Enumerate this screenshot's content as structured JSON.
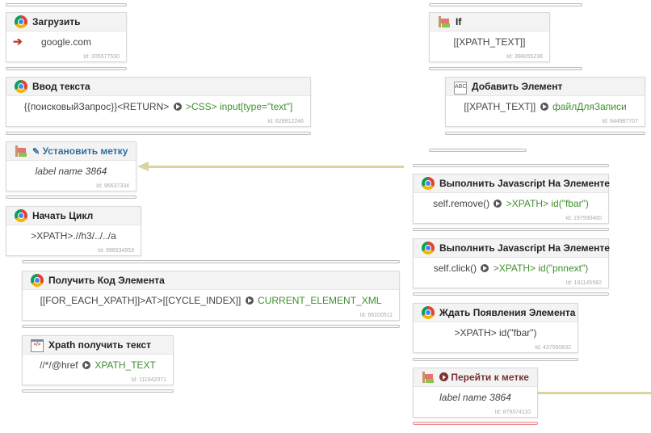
{
  "blocks": {
    "load": {
      "title": "Загрузить",
      "url": "google.com",
      "id": "Id: 205577530"
    },
    "typing": {
      "title": "Ввод текста",
      "value": "{{поисковыйЗапрос}}<RETURN>",
      "target": ">CSS> input[type=\"text\"]",
      "id": "Id: 628912246"
    },
    "setlabel": {
      "title": "Установить метку",
      "label": "label name 3864",
      "id": "Id: 96637334"
    },
    "loop": {
      "title": "Начать Цикл",
      "xpath": ">XPATH>.//h3/../../a",
      "id": "Id: 996534953"
    },
    "getcode": {
      "title": "Получить Код Элемента",
      "value": "[[FOR_EACH_XPATH]]>AT>[[CYCLE_INDEX]]",
      "target": "CURRENT_ELEMENT_XML",
      "id": "Id: 66100511"
    },
    "xpathtext": {
      "title": "Xpath получить текст",
      "value": "//*/@href",
      "target": "XPATH_TEXT",
      "id": "Id: 111042071"
    },
    "if": {
      "title": "If",
      "value": "[[XPATH_TEXT]]",
      "id": "Id: 398055236"
    },
    "add": {
      "title": "Добавить Элемент",
      "value": "[[XPATH_TEXT]]",
      "target": "файлДляЗаписи",
      "id": "Id: 644987707",
      "icon_text": "ABC"
    },
    "js1": {
      "title": "Выполнить Javascript На Элементе",
      "value": "self.remove()",
      "target": ">XPATH> id(\"fbar\")",
      "id": "Id: 197590400"
    },
    "js2": {
      "title": "Выполнить Javascript На Элементе",
      "value": "self.click()",
      "target": ">XPATH> id(\"pnnext\")",
      "id": "Id: 191145582"
    },
    "wait": {
      "title": "Ждать Появления Элемента",
      "value": ">XPATH> id(\"fbar\")",
      "id": "Id: 437550632"
    },
    "goto": {
      "title": "Перейти к метке",
      "label": "label name 3864",
      "id": "Id: 879374110"
    }
  },
  "code_icon_text": "</>",
  "colors": {
    "value_green": "#3f8f2f",
    "connector": "#d9d4a0",
    "label_blue": "#2f6f9f",
    "goto_red": "#7a3030"
  }
}
